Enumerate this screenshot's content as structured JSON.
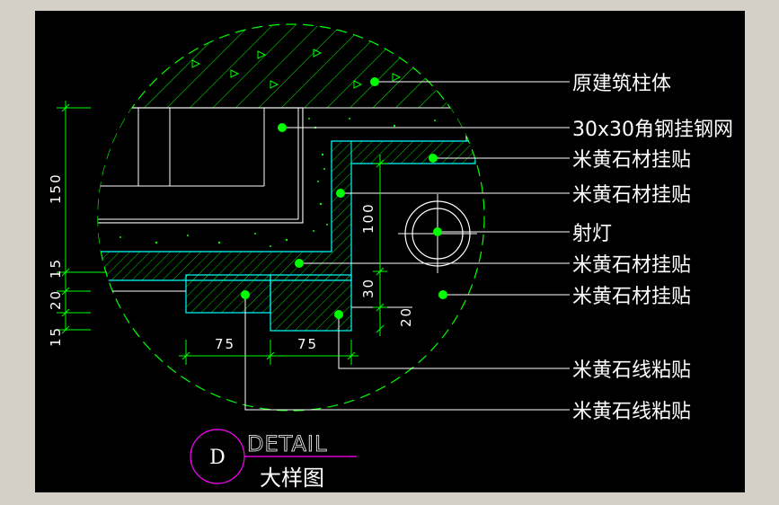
{
  "labels": {
    "column": "原建筑柱体",
    "angle_mesh": "30x30角钢挂钢网",
    "stone_1": "米黄石材挂贴",
    "stone_2": "米黄石材挂贴",
    "spotlight": "射灯",
    "stone_3": "米黄石材挂贴",
    "stone_4": "米黄石材挂贴",
    "line_1": "米黄石线粘贴",
    "line_2": "米黄石线粘贴"
  },
  "dimensions": {
    "d150": "150",
    "d15_top": "15",
    "d20": "20",
    "d15_bottom": "15",
    "d100": "100",
    "d30": "30",
    "d20_right": "20",
    "d75_left": "75",
    "d75_right": "75"
  },
  "title": {
    "marker": "D",
    "detail": "DETAIL",
    "subtitle": "大样图"
  },
  "colors": {
    "background": "#000000",
    "frame": "#d4d0c8",
    "green": "#00ff00",
    "cyan": "#00ffff",
    "white": "#ffffff",
    "magenta": "#ff00ff"
  }
}
